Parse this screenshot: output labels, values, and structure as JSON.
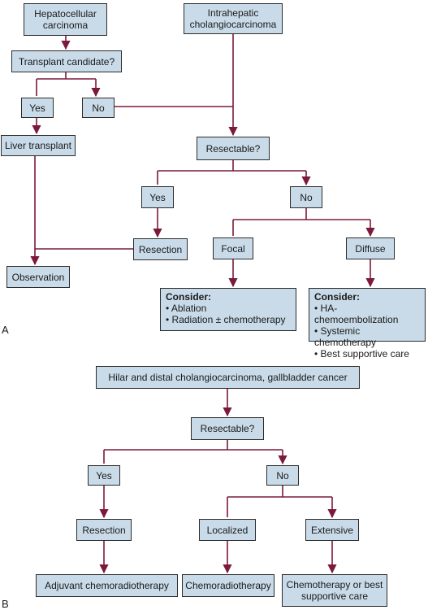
{
  "panels": {
    "a": "A",
    "b": "B"
  },
  "colors": {
    "box_fill": "#c9dbe9",
    "arrow": "#7b1a3a"
  },
  "panel_a": {
    "hcc": "Hepatocellular\ncarcinoma",
    "icc": "Intrahepatic\ncholangiocarcinoma",
    "transplant_candidate": "Transplant candidate?",
    "yes": "Yes",
    "no": "No",
    "liver_transplant": "Liver transplant",
    "resectable": "Resectable?",
    "res_yes": "Yes",
    "res_no": "No",
    "resection": "Resection",
    "observation": "Observation",
    "focal": "Focal",
    "diffuse": "Diffuse",
    "consider_focal": {
      "title": "Consider:",
      "items": [
        "• Ablation",
        "• Radiation ± chemotherapy"
      ]
    },
    "consider_diffuse": {
      "title": "Consider:",
      "items": [
        "• HA-chemoembolization",
        "• Systemic chemotherapy",
        "• Best supportive care"
      ]
    }
  },
  "panel_b": {
    "title": "Hilar and distal cholangiocarcinoma, gallbladder cancer",
    "resectable": "Resectable?",
    "yes": "Yes",
    "no": "No",
    "resection": "Resection",
    "localized": "Localized",
    "extensive": "Extensive",
    "adjuvant": "Adjuvant chemoradiotherapy",
    "chemoradiotherapy": "Chemoradiotherapy",
    "chemo_best": "Chemotherapy or best\nsupportive care"
  }
}
